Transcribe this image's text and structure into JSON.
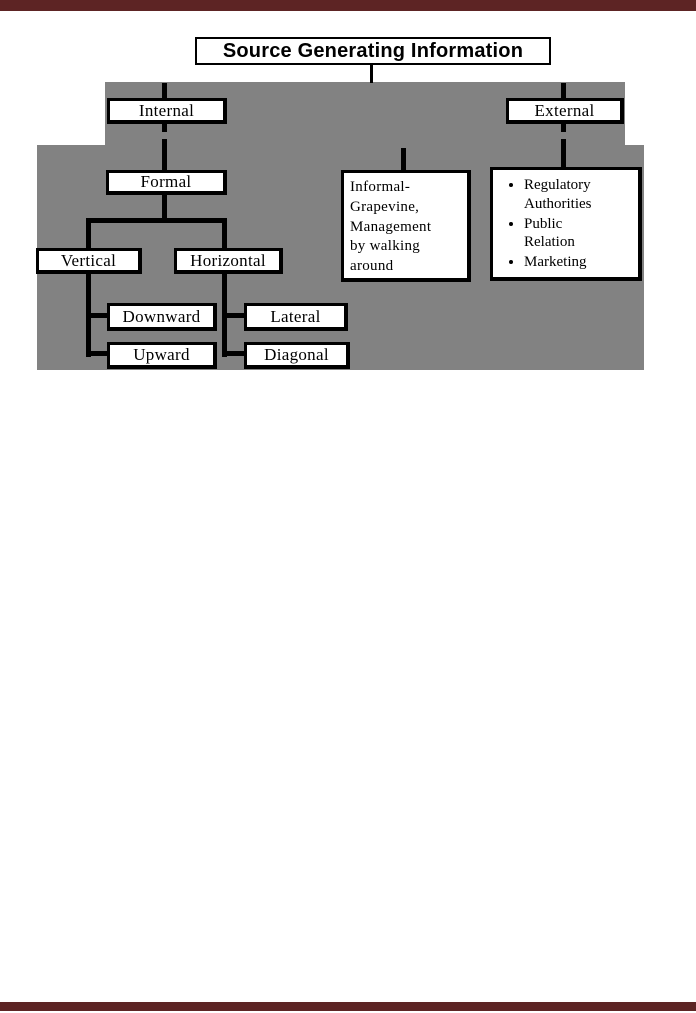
{
  "page": {
    "colors": {
      "border_bar": "#5d2424",
      "panel_gray": "#828282",
      "line_black": "#000000",
      "box_fill": "#ffffff"
    }
  },
  "title_box": {
    "label": "Source Generating Information"
  },
  "nodes": {
    "internal": {
      "label": "Internal"
    },
    "external": {
      "label": "External"
    },
    "formal": {
      "label": "Formal"
    },
    "informal": {
      "text": "Informal-\nGrapevine,\nManagement\nby walking\naround"
    },
    "vertical": {
      "label": "Vertical"
    },
    "horizontal": {
      "label": "Horizontal"
    },
    "downward": {
      "label": "Downward"
    },
    "upward": {
      "label": "Upward"
    },
    "lateral": {
      "label": "Lateral"
    },
    "diagonal": {
      "label": "Diagonal"
    }
  },
  "external_box": {
    "items": [
      "Regulatory\nAuthorities",
      "Public\nRelation",
      "Marketing"
    ]
  }
}
